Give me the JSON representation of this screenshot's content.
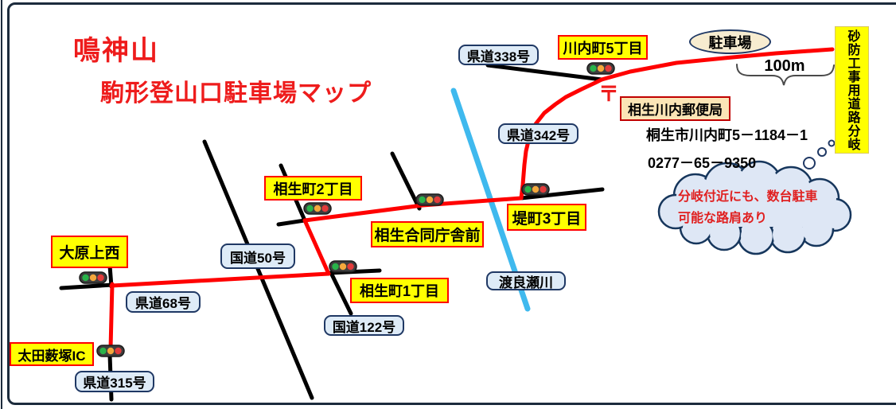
{
  "title": {
    "line1": "鳴神山",
    "line2": "駒形登山口駐車場マップ"
  },
  "roads": {
    "kendo338": "県道338号",
    "kendo342": "県道342号",
    "kokudo50": "国道50号",
    "kendo68": "県道68号",
    "kokudo122": "国道122号",
    "kendo315": "県道315号",
    "watarase_river": "渡良瀬川"
  },
  "intersections": {
    "kawauchicho5": "川内町5丁目",
    "aioicho2": "相生町2丁目",
    "aioi_godochosha": "相生合同庁舎前",
    "tsutsumicho3": "堤町3丁目",
    "oharakaminishi": "大原上西",
    "aioicho1": "相生町1丁目",
    "ota_yabuzuka_ic": "太田薮塚IC"
  },
  "landmarks": {
    "parking": "駐車場",
    "post_office": "相生川内郵便局",
    "postal_mark": "〒",
    "sabo_branch": "砂防工事用道路分岐"
  },
  "scale": {
    "label": "100m"
  },
  "info": {
    "address": "桐生市川内町5－1184－1",
    "phone": "0277－65－9350"
  },
  "note": {
    "line1": "分岐付近にも、数台駐車",
    "line2": "可能な路肩あり"
  },
  "colors": {
    "route_red": "#ff0000",
    "road_black": "#000000",
    "river_blue": "#3fb9ee",
    "label_yellow": "#ffff00",
    "label_blue_fill": "#deebf7",
    "label_border_navy": "#1f3864",
    "post_office_fill": "#fbe5b6",
    "post_office_border": "#c00000",
    "cloud_fill": "#dee7f5",
    "title_red": "#ee1c1c",
    "signal_green": "#29b34a",
    "signal_amber": "#f4a83c",
    "signal_red": "#e23b3b"
  }
}
